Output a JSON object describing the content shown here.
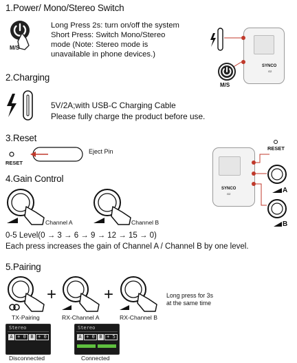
{
  "sections": {
    "power": {
      "heading": "1.Power/ Mono/Stereo Switch",
      "line1": "Long Press 2s: turn on/off the system",
      "line2": "Short Press: Switch Mono/Stereo",
      "line3": "mode (Note: Stereo mode is",
      "line4": "unavailable in phone devices.)",
      "btn_label": "M/S",
      "device_brand": "SYNCO",
      "device_sub": "G2",
      "device_btn_label": "M/S"
    },
    "charging": {
      "heading": "2.Charging",
      "line1": "5V/2A;with USB-C Charging Cable",
      "line2": "Please fully charge the product before use."
    },
    "reset": {
      "heading": "3.Reset",
      "label": "RESET",
      "pin_label": "Eject Pin",
      "device_reset_label": "RESET",
      "device_brand": "SYNCO",
      "device_sub": "G2",
      "a_label": "A",
      "b_label": "B"
    },
    "gain": {
      "heading": "4.Gain Control",
      "channel_a": "Channel A",
      "channel_b": "Channel B",
      "levels": "0-5 Level(0 → 3 → 6 → 9 → 12 → 15 → 0)",
      "desc": "Each press increases the gain of Channel A / Channel B by one level."
    },
    "pairing": {
      "heading": "5.Pairing",
      "note_line1": "Long press for 3s",
      "note_line2": "at the same time",
      "tx_label": "TX-Pairing",
      "rxa_label": "RX-Channel A",
      "rxb_label": "RX-Channel B",
      "plus": "+",
      "screen_title": "Stereo",
      "chip_a": "A",
      "chip_a_val": "+ 0",
      "chip_b": "B",
      "chip_b_val": "+ 0",
      "chip_b_val2": "+ 5",
      "disconnected": "Disconnected",
      "connected": "Connected"
    }
  },
  "colors": {
    "accent_red": "#c0392b",
    "screen_green": "#5fbf3f",
    "screen_bg": "#1a1a1a"
  }
}
